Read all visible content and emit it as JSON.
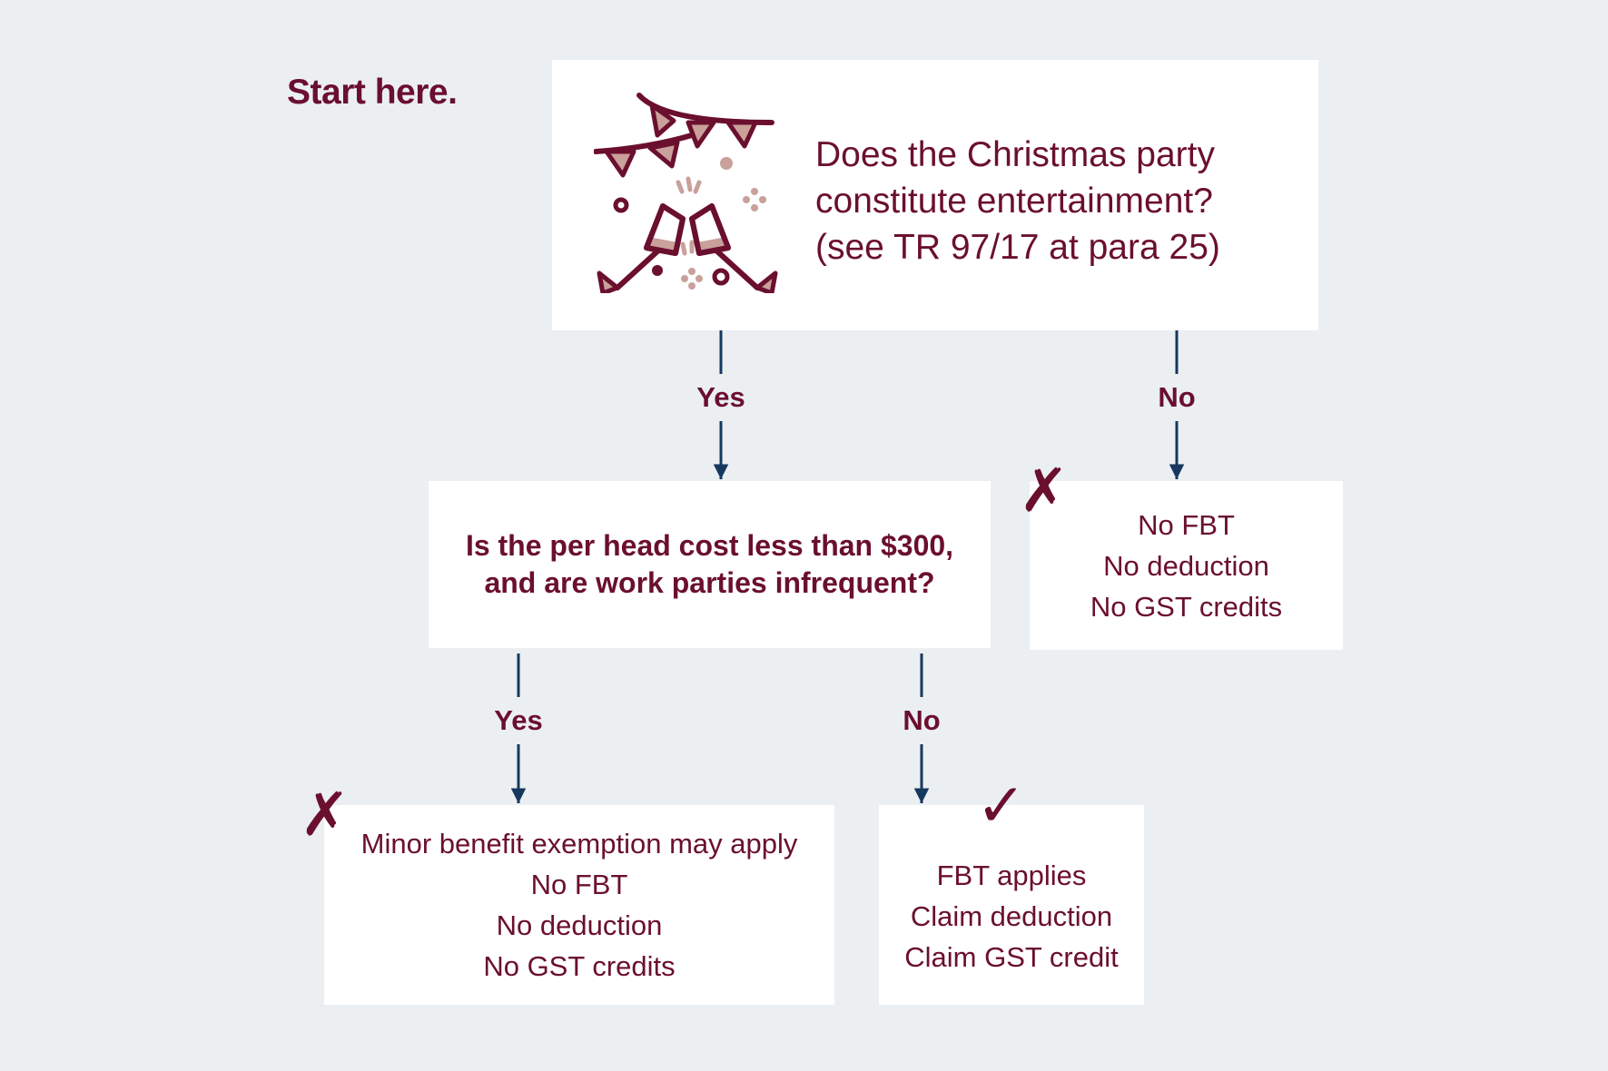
{
  "start_label": "Start here.",
  "question1": {
    "lines": [
      "Does the Christmas party",
      "constitute entertainment?",
      "(see TR 97/17 at para 25)"
    ],
    "icon": "party-celebration-icon"
  },
  "question2": {
    "lines": [
      "Is the per head cost less than $300,",
      "and are work parties infrequent?"
    ]
  },
  "edges": {
    "q1_yes": "Yes",
    "q1_no": "No",
    "q2_yes": "Yes",
    "q2_no": "No"
  },
  "results": {
    "q1_no": {
      "mark": "✗",
      "lines": [
        "No FBT",
        "No deduction",
        "No GST credits"
      ]
    },
    "q2_yes": {
      "mark": "✗",
      "lines": [
        "Minor benefit exemption may apply",
        "No FBT",
        "No deduction",
        "No GST credits"
      ]
    },
    "q2_no": {
      "mark": "✓",
      "lines": [
        "FBT applies",
        "Claim deduction",
        "Claim GST credit"
      ]
    }
  },
  "colors": {
    "background": "#ebeff2",
    "text": "#6b0f2e",
    "arrow": "#17385e",
    "icon_fill": "#c9a09a"
  }
}
